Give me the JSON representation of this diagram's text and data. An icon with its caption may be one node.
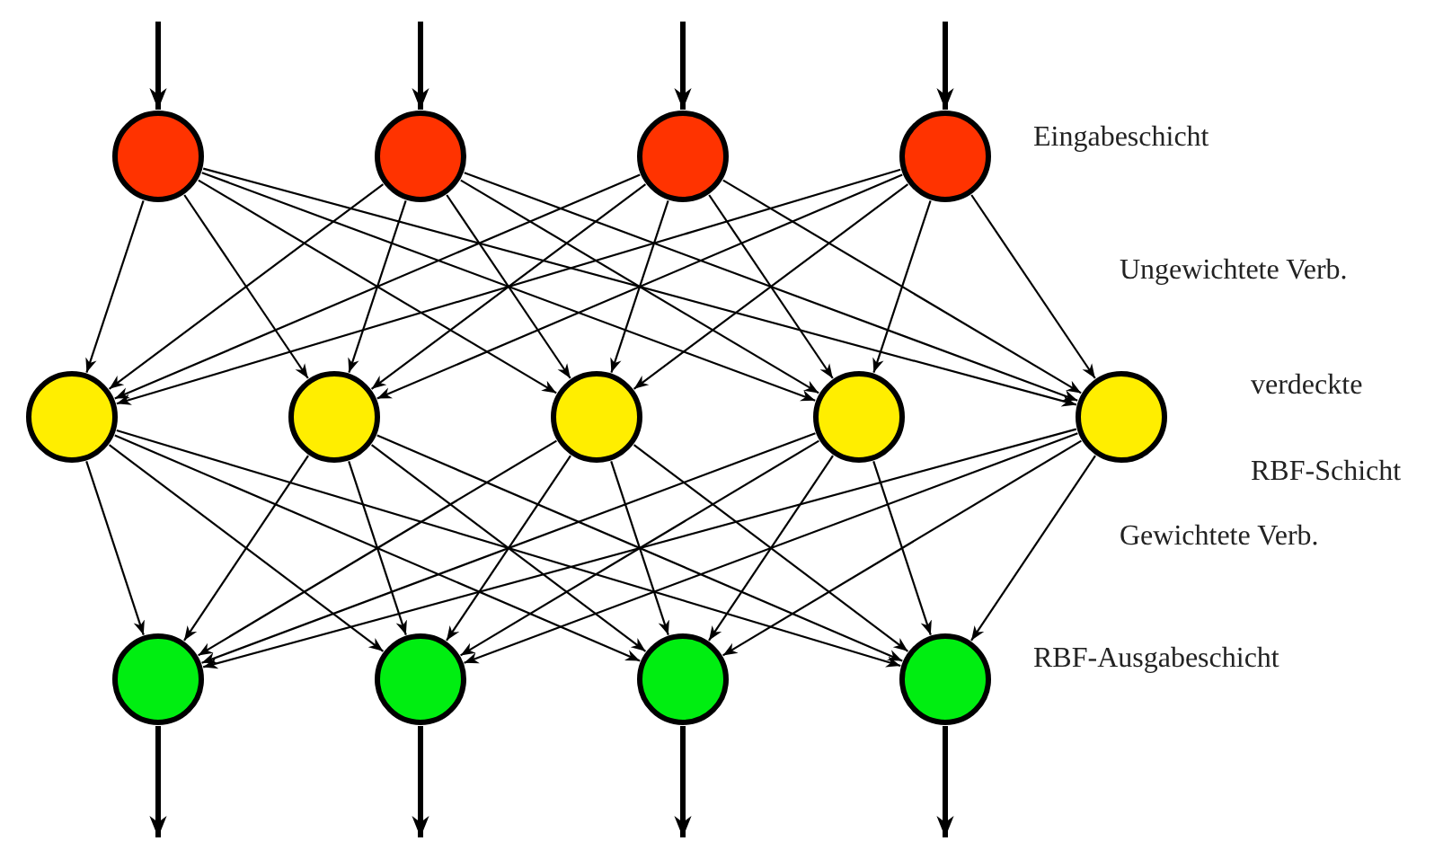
{
  "diagram": {
    "nodes": [
      {
        "text": [],
        "shape": "circle"
      },
      {
        "text": [],
        "shape": "circle"
      },
      {
        "text": [],
        "shape": "circle"
      },
      {
        "text": [],
        "shape": "circle"
      },
      {
        "text": [],
        "shape": "circle"
      },
      {
        "text": [],
        "shape": "circle"
      },
      {
        "text": [],
        "shape": "circle"
      },
      {
        "text": [],
        "shape": "circle"
      },
      {
        "text": [],
        "shape": "circle"
      },
      {
        "text": [],
        "shape": "circle"
      },
      {
        "text": [],
        "shape": "circle"
      },
      {
        "text": [],
        "shape": "circle"
      },
      {
        "text": [],
        "shape": "circle"
      }
    ],
    "edges": [
      {
        "from": null,
        "to": 0,
        "arrow": "to",
        "style": "thick"
      },
      {
        "from": null,
        "to": 1,
        "arrow": "to",
        "style": "thick"
      },
      {
        "from": null,
        "to": 2,
        "arrow": "to",
        "style": "thick"
      },
      {
        "from": null,
        "to": 3,
        "arrow": "to",
        "style": "thick"
      },
      {
        "from": 0,
        "to": 4,
        "arrow": "to"
      },
      {
        "from": 0,
        "to": 5,
        "arrow": "to"
      },
      {
        "from": 0,
        "to": 6,
        "arrow": "to"
      },
      {
        "from": 0,
        "to": 7,
        "arrow": "to"
      },
      {
        "from": 0,
        "to": 8,
        "arrow": "to"
      },
      {
        "from": 1,
        "to": 4,
        "arrow": "to"
      },
      {
        "from": 1,
        "to": 5,
        "arrow": "to"
      },
      {
        "from": 1,
        "to": 6,
        "arrow": "to"
      },
      {
        "from": 1,
        "to": 7,
        "arrow": "to"
      },
      {
        "from": 1,
        "to": 8,
        "arrow": "to"
      },
      {
        "from": 2,
        "to": 4,
        "arrow": "to"
      },
      {
        "from": 2,
        "to": 5,
        "arrow": "to"
      },
      {
        "from": 2,
        "to": 6,
        "arrow": "to"
      },
      {
        "from": 2,
        "to": 7,
        "arrow": "to"
      },
      {
        "from": 2,
        "to": 8,
        "arrow": "to"
      },
      {
        "from": 3,
        "to": 4,
        "arrow": "to"
      },
      {
        "from": 3,
        "to": 5,
        "arrow": "to"
      },
      {
        "from": 3,
        "to": 6,
        "arrow": "to"
      },
      {
        "from": 3,
        "to": 7,
        "arrow": "to"
      },
      {
        "from": 3,
        "to": 8,
        "arrow": "to"
      },
      {
        "from": 4,
        "to": 9,
        "arrow": "to"
      },
      {
        "from": 4,
        "to": 10,
        "arrow": "to"
      },
      {
        "from": 4,
        "to": 11,
        "arrow": "to"
      },
      {
        "from": 4,
        "to": 12,
        "arrow": "to"
      },
      {
        "from": 5,
        "to": 9,
        "arrow": "to"
      },
      {
        "from": 5,
        "to": 10,
        "arrow": "to"
      },
      {
        "from": 5,
        "to": 11,
        "arrow": "to"
      },
      {
        "from": 5,
        "to": 12,
        "arrow": "to"
      },
      {
        "from": 6,
        "to": 9,
        "arrow": "to"
      },
      {
        "from": 6,
        "to": 10,
        "arrow": "to"
      },
      {
        "from": 6,
        "to": 11,
        "arrow": "to"
      },
      {
        "from": 6,
        "to": 12,
        "arrow": "to"
      },
      {
        "from": 7,
        "to": 9,
        "arrow": "to"
      },
      {
        "from": 7,
        "to": 10,
        "arrow": "to"
      },
      {
        "from": 7,
        "to": 11,
        "arrow": "to"
      },
      {
        "from": 7,
        "to": 12,
        "arrow": "to"
      },
      {
        "from": 8,
        "to": 9,
        "arrow": "to"
      },
      {
        "from": 8,
        "to": 10,
        "arrow": "to"
      },
      {
        "from": 8,
        "to": 11,
        "arrow": "to"
      },
      {
        "from": 8,
        "to": 12,
        "arrow": "to"
      },
      {
        "from": 9,
        "to": null,
        "arrow": "to",
        "style": "thick"
      },
      {
        "from": 10,
        "to": null,
        "arrow": "to",
        "style": "thick"
      },
      {
        "from": 11,
        "to": null,
        "arrow": "to",
        "style": "thick"
      },
      {
        "from": 12,
        "to": null,
        "arrow": "to",
        "style": "thick"
      }
    ],
    "labels": [
      "Eingabeschicht",
      "Ungewichtete Verb.",
      "verdeckte RBF-Schicht",
      "Gewichtete Verb.",
      "RBF-Ausgabeschicht"
    ]
  }
}
